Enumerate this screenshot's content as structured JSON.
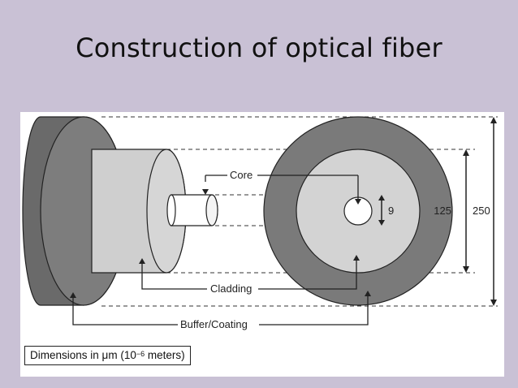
{
  "slide": {
    "title": "Construction of optical fiber"
  },
  "diagram": {
    "labels": {
      "core": "Core",
      "cladding": "Cladding",
      "buffer": "Buffer/Coating",
      "core_dim": "9",
      "cladding_dim": "125",
      "buffer_dim": "250"
    },
    "caption": {
      "prefix": "Dimensions in ",
      "unit": "μm",
      "paren_open": " (10",
      "exponent": "−6",
      "suffix": " meters)"
    },
    "colors": {
      "buffer": "#7a7a7a",
      "buffer_side": "#5f5f5f",
      "cladding": "#d2d2d2",
      "core": "#ffffff"
    }
  }
}
